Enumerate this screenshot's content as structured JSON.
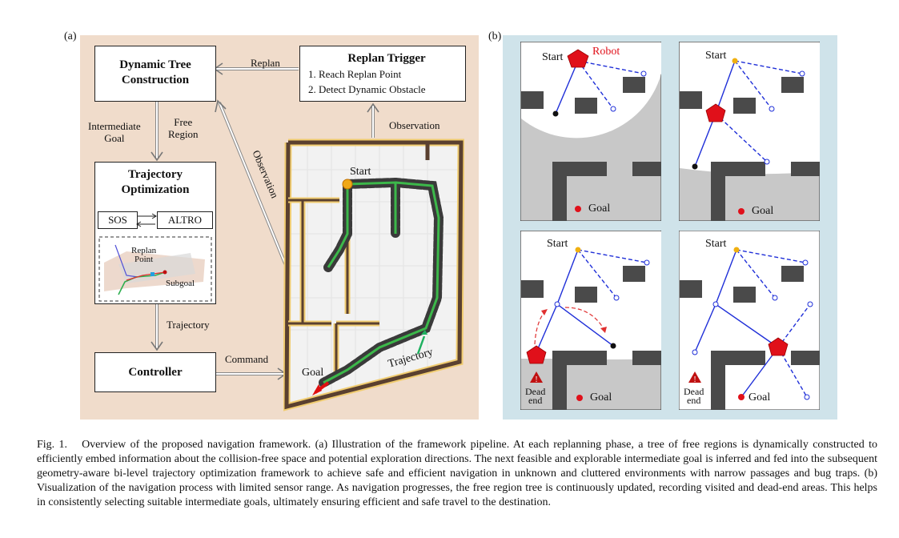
{
  "panel_a": {
    "label": "(a)",
    "dynamic_tree": {
      "title_line1": "Dynamic Tree",
      "title_line2": "Construction"
    },
    "replan_trigger": {
      "title": "Replan Trigger",
      "item1": "1. Reach Replan Point",
      "item2": "2. Detect Dynamic Obstacle"
    },
    "trajectory_opt": {
      "title_line1": "Trajectory",
      "title_line2": "Optimization",
      "sos": "SOS",
      "altro": "ALTRO",
      "replan_point_line1": "Replan",
      "replan_point_line2": "Point",
      "subgoal": "Subgoal"
    },
    "controller": {
      "title": "Controller"
    },
    "edge_labels": {
      "replan": "Replan",
      "observation_top": "Observation",
      "observation_diag": "Observation",
      "intermediate_goal_line1": "Intermediate",
      "intermediate_goal_line2": "Goal",
      "free_region_line1": "Free",
      "free_region_line2": "Region",
      "trajectory": "Trajectory",
      "command": "Command"
    },
    "map": {
      "start": "Start",
      "goal": "Goal",
      "trajectory": "Trajectory"
    }
  },
  "panel_b": {
    "label": "(b)",
    "subpanels": [
      {
        "start": "Start",
        "robot": "Robot",
        "goal": "Goal"
      },
      {
        "start": "Start",
        "goal": "Goal"
      },
      {
        "start": "Start",
        "goal": "Goal",
        "dead_end_line1": "Dead",
        "dead_end_line2": "end"
      },
      {
        "start": "Start",
        "goal": "Goal",
        "dead_end_line1": "Dead",
        "dead_end_line2": "end"
      }
    ]
  },
  "colors": {
    "panel_a_bg": "#f0dccb",
    "panel_b_bg": "#cfe3ea",
    "tree_blue": "#1f2fd8",
    "robot_red": "#e0101a",
    "start_orange": "#f0b010",
    "obstacle_gray": "#4a4a4a",
    "explored_gray": "#c8c8c8",
    "trajectory_green": "#3cb84a"
  },
  "caption": {
    "fig_label": "Fig. 1.",
    "text": "Overview of the proposed navigation framework. (a) Illustration of the framework pipeline. At each replanning phase, a tree of free regions is dynamically constructed to efficiently embed information about the collision-free space and potential exploration directions. The next feasible and explorable intermediate goal is inferred and fed into the subsequent geometry-aware bi-level trajectory optimization framework to achieve safe and efficient navigation in unknown and cluttered environments with narrow passages and bug traps. (b) Visualization of the navigation process with limited sensor range. As navigation progresses, the free region tree is continuously updated, recording visited and dead-end areas. This helps in consistently selecting suitable intermediate goals, ultimately ensuring efficient and safe travel to the destination."
  }
}
